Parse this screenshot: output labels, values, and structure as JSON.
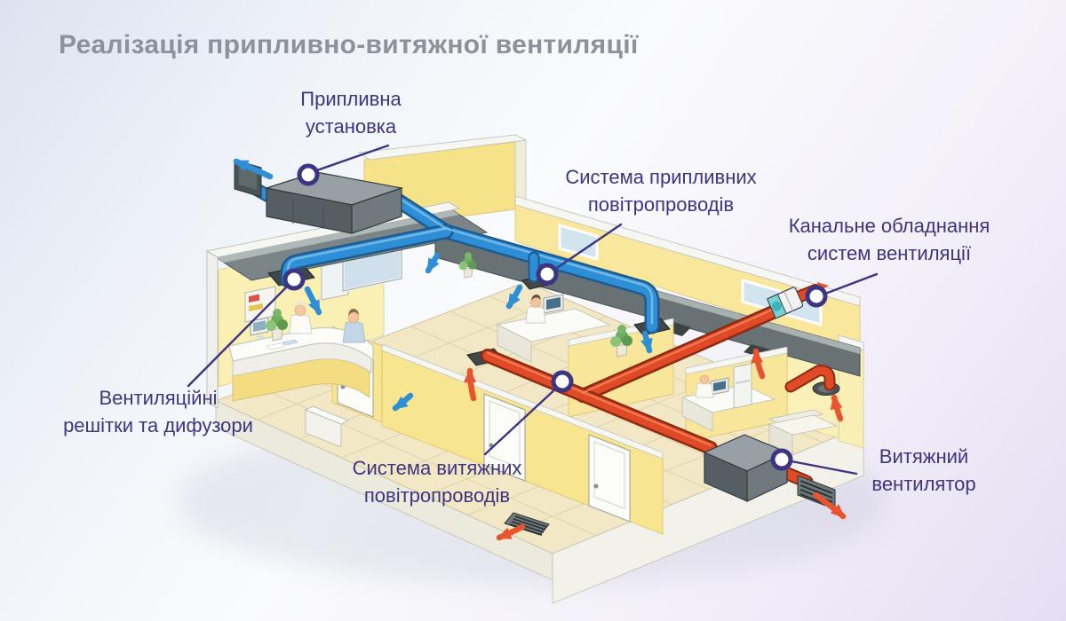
{
  "title": "Реалізація припливно-витяжної вентиляції",
  "labels": {
    "supply_unit": {
      "lines": [
        "Припливна",
        "установка"
      ]
    },
    "supply_ducts": {
      "lines": [
        "Система припливних",
        "повітропроводів"
      ]
    },
    "duct_equipment": {
      "lines": [
        "Канальне обладнання",
        "систем вентиляції"
      ]
    },
    "grilles_diffusers": {
      "lines": [
        "Вентиляційні",
        "решітки та дифузори"
      ]
    },
    "exhaust_ducts": {
      "lines": [
        "Система витяжних",
        "повітропроводів"
      ]
    },
    "exhaust_fan": {
      "lines": [
        "Витяжний",
        "вентилятор"
      ]
    }
  },
  "colors": {
    "title_text": "#8D919B",
    "label_text": "#3D3581",
    "callout_line": "#3D3581",
    "supply_air_blue": "#2F8FD6",
    "exhaust_air_red": "#E04A26",
    "wall_yellow": "#F8E79A",
    "roof_deck_gray": "#687274"
  }
}
